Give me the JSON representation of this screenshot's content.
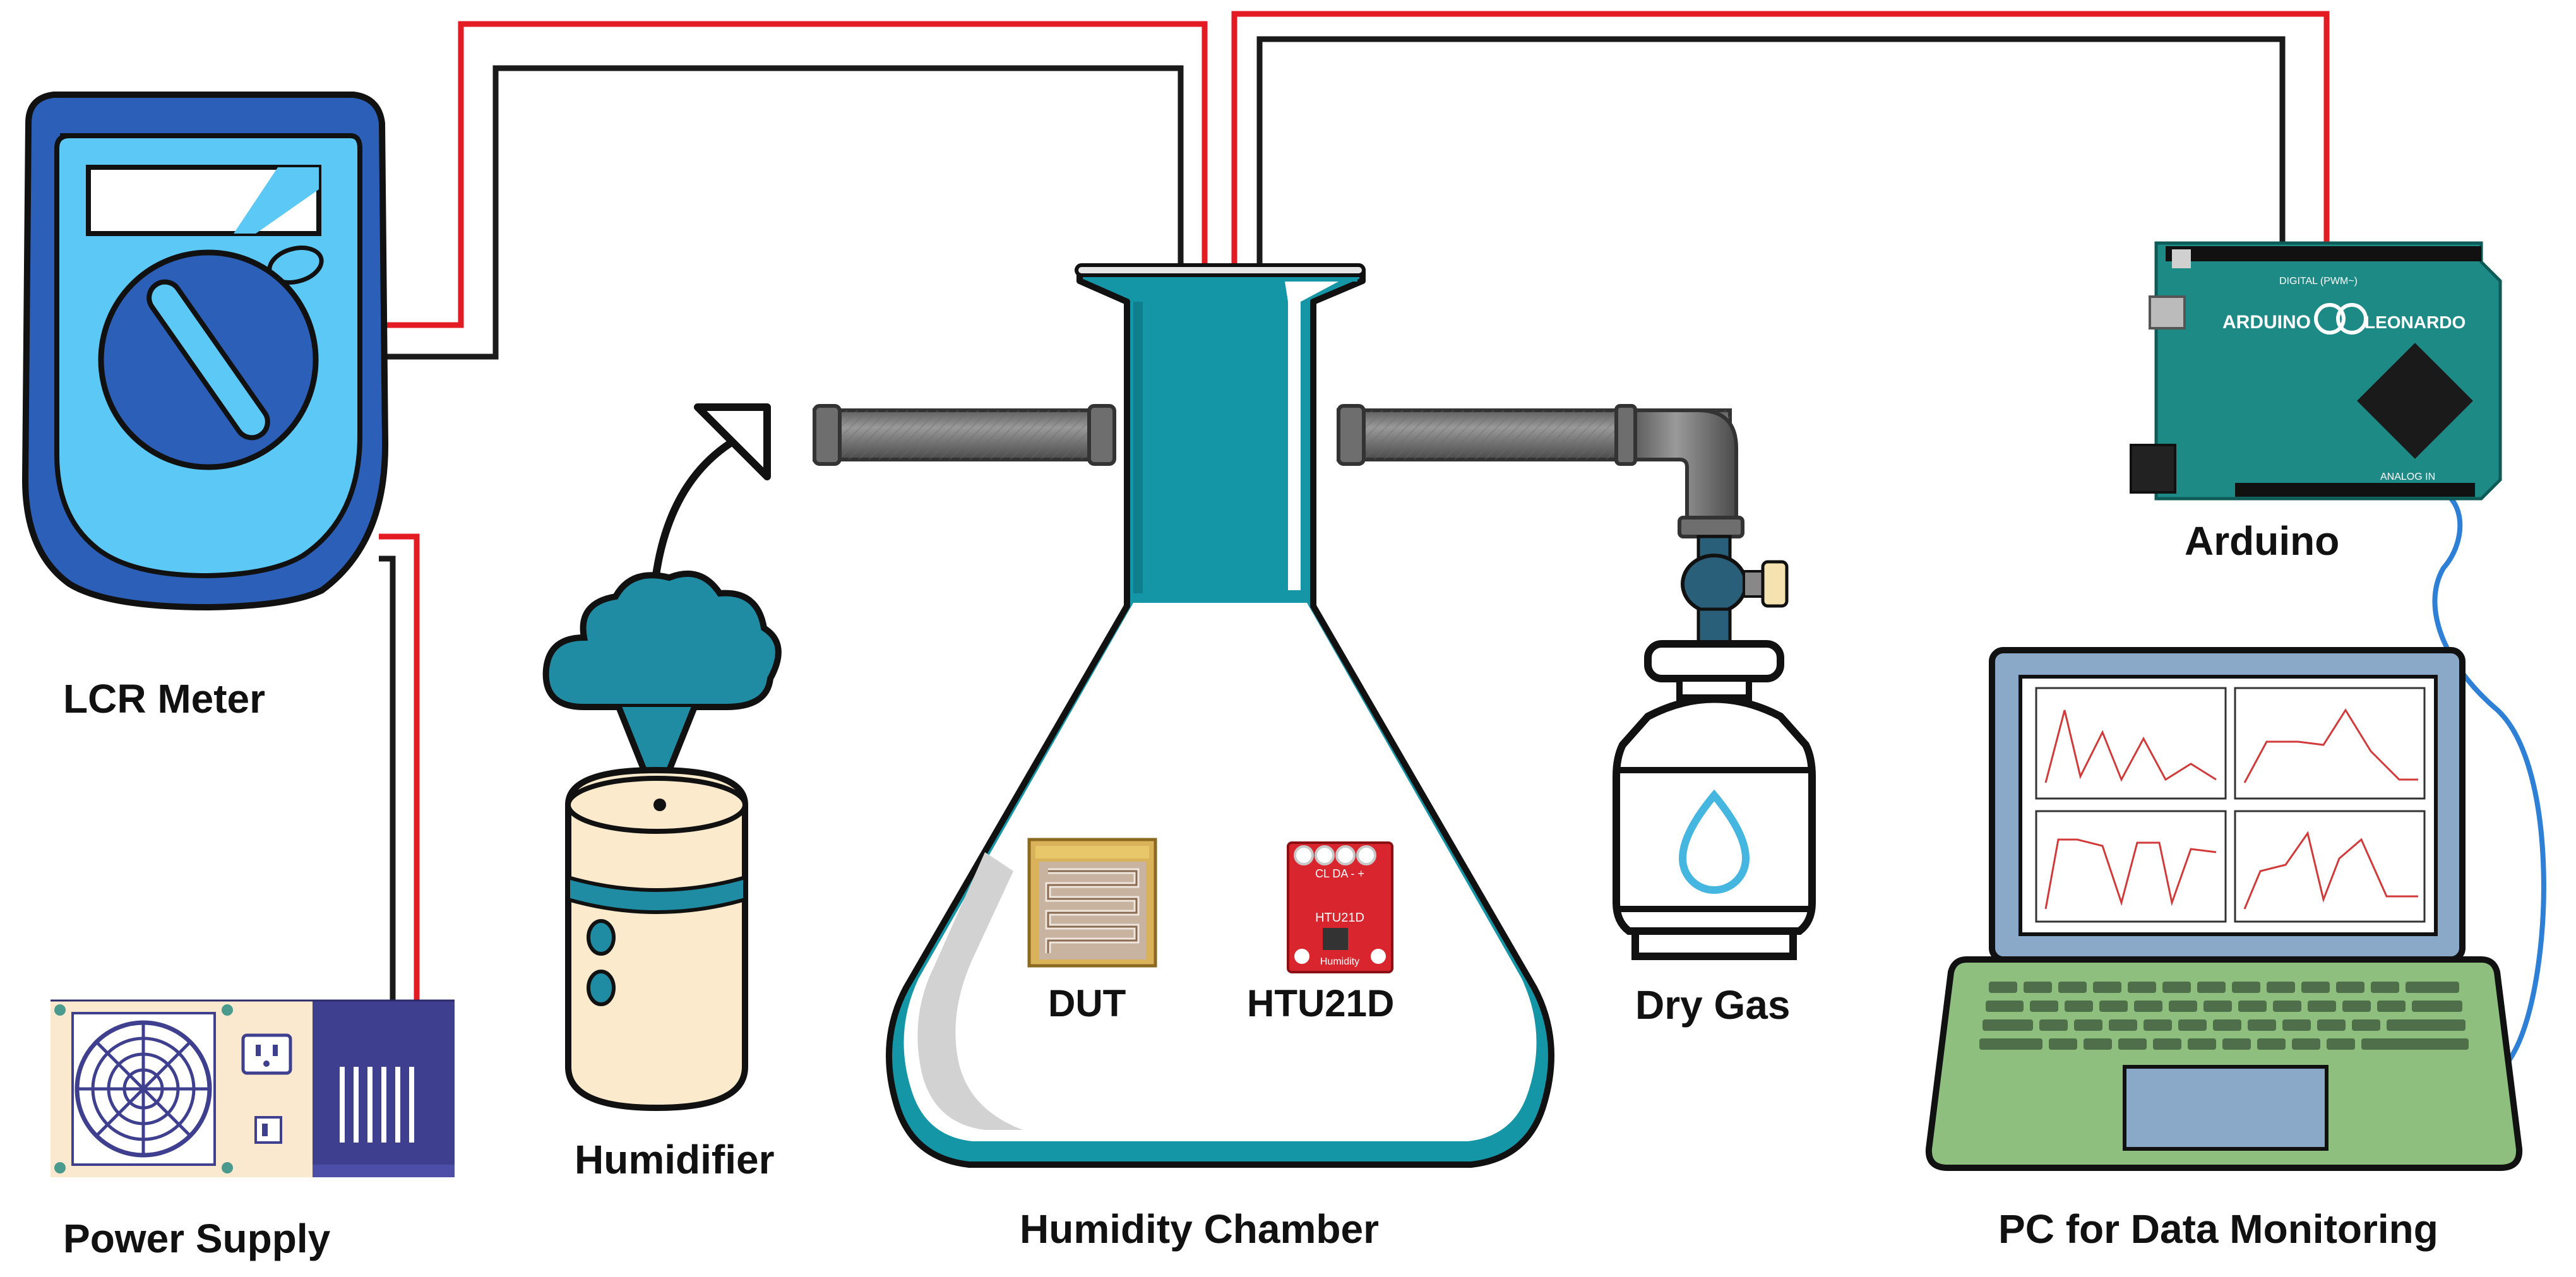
{
  "labels": {
    "lcr_meter": "LCR Meter",
    "power_supply": "Power Supply",
    "humidifier": "Humidifier",
    "humidity_chamber": "Humidity Chamber",
    "dut": "DUT",
    "htu21d": "HTU21D",
    "dry_gas": "Dry Gas",
    "arduino": "Arduino",
    "pc": "PC for Data Monitoring"
  },
  "board_text": {
    "brand": "ARDUINO",
    "model": "LEONARDO",
    "digital": "DIGITAL (PWM~)",
    "analog": "ANALOG IN",
    "htu_pins": "CL DA - +",
    "htu_name": "HTU21D",
    "htu_sub": "Humidity"
  },
  "colors": {
    "wire_red": "#e31b23",
    "wire_black": "#1a1a1a",
    "chamber_teal": "#1596a6",
    "meter_blue": "#2c5fb8",
    "meter_screen": "#5cc8f5",
    "arduino_green": "#1e8a86",
    "sensor_red": "#d9262e",
    "laptop_frame": "#8aa9c9",
    "laptop_base": "#8fbf7e",
    "usb_cable": "#2e7fd6",
    "humidifier_cloud": "#1f8ca3",
    "psu_body": "#3e3f8f",
    "pipe_grey": "#7a7a7a"
  },
  "icons": [
    "lcr-meter-icon",
    "power-supply-icon",
    "humidifier-icon",
    "flask-icon",
    "gas-cylinder-icon",
    "water-drop-icon",
    "arduino-board-icon",
    "laptop-icon",
    "valve-icon"
  ]
}
